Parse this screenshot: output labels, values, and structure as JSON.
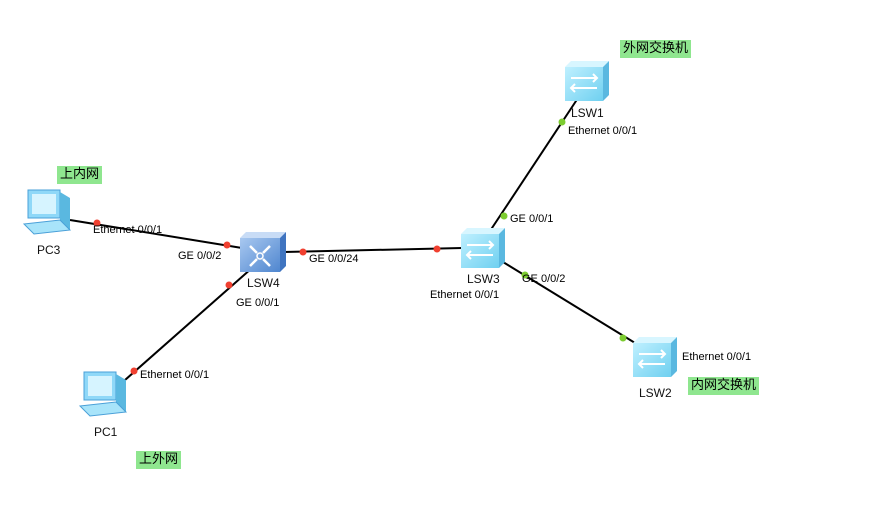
{
  "devices": {
    "pc3": "PC3",
    "pc1": "PC1",
    "lsw4": "LSW4",
    "lsw3": "LSW3",
    "lsw1": "LSW1",
    "lsw2": "LSW2"
  },
  "notes": {
    "pc3_note": "上内网",
    "pc1_note": "上外网",
    "lsw1_note": "外网交换机",
    "lsw2_note": "内网交换机"
  },
  "links": [
    {
      "a_port": "Ethernet 0/0/1",
      "b_port": "GE 0/0/2",
      "status": "down"
    },
    {
      "a_port": "Ethernet 0/0/1",
      "b_port": "GE 0/0/1",
      "status": "down"
    },
    {
      "a_port": "GE 0/0/24",
      "b_port": "Ethernet 0/0/1",
      "status": "down"
    },
    {
      "a_port": "GE 0/0/1",
      "b_port": "Ethernet 0/0/1",
      "status": "up"
    },
    {
      "a_port": "GE 0/0/2",
      "b_port": "Ethernet 0/0/1",
      "status": "up"
    }
  ],
  "colors": {
    "down": "#f04030",
    "up": "#7ccc30",
    "note_bg": "#8fe68f"
  }
}
